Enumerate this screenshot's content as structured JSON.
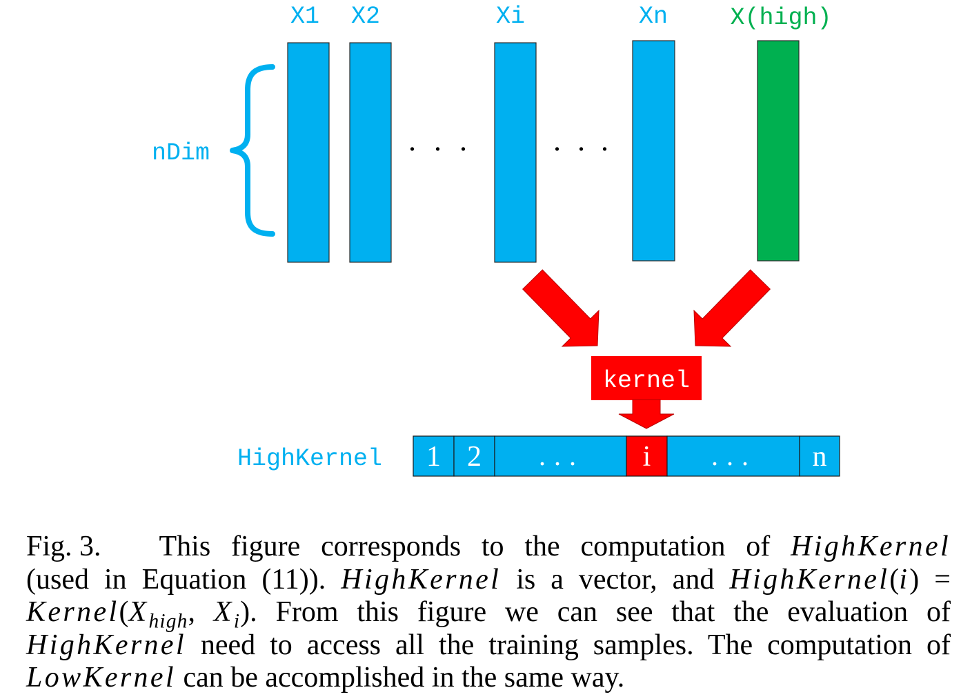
{
  "colors": {
    "sample": "#00B0F0",
    "high_sample": "#00B050",
    "kernel": "#FF0000"
  },
  "samples": {
    "labels": [
      "X1",
      "X2",
      "Xi",
      "Xn"
    ],
    "high_label": "X(high)",
    "dimension_label": "nDim",
    "ellipsis": "..."
  },
  "kernel": {
    "label": "kernel"
  },
  "high_kernel": {
    "label": "HighKernel",
    "cells": [
      "1",
      "2",
      "...",
      "i",
      "...",
      "n"
    ]
  },
  "caption": {
    "lines": [
      [
        "Fig. 3.",
        "This figure corresponds to the computation of ",
        "HighKernel"
      ],
      [
        "(used in Equation (11)). ",
        "HighKernel",
        " is a vector, and ",
        "HighKernel",
        "(",
        "i",
        ") ="
      ],
      [
        "Kernel",
        "(",
        "X",
        "high",
        ", ",
        "X",
        "i",
        "). From this figure we can see that the evaluation of"
      ],
      [
        "HighKernel",
        " need to access all the training samples. The computation of"
      ],
      [
        "LowKernel",
        " can be accomplished in the same way."
      ]
    ]
  }
}
